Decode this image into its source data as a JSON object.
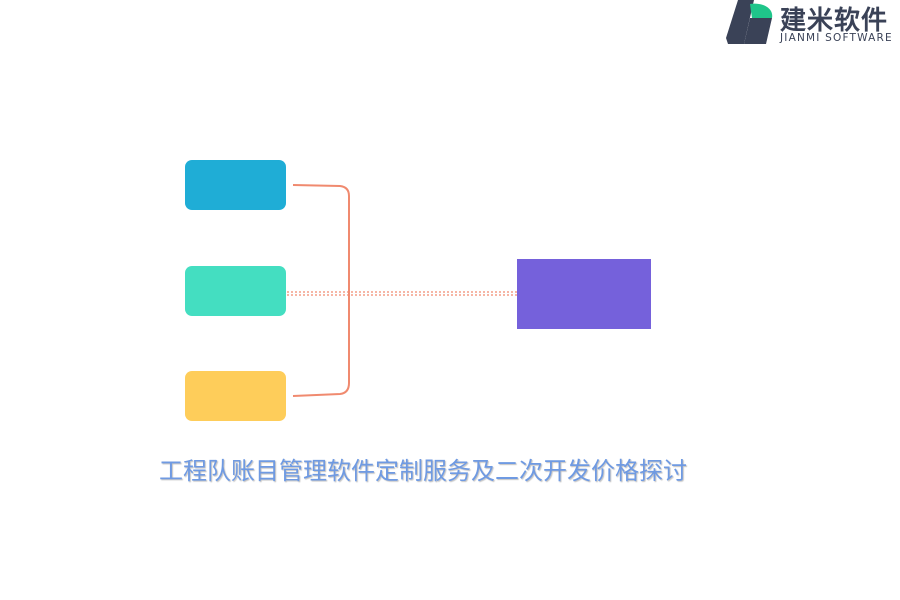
{
  "brand": {
    "name_cn": "建米软件",
    "name_en": "JIANMI SOFTWARE",
    "colors": {
      "dark": "#3a4257",
      "green": "#1fc58a"
    }
  },
  "diagram": {
    "inputs": [
      {
        "label": "",
        "color": "#1fadd6"
      },
      {
        "label": "",
        "color": "#44dec1"
      },
      {
        "label": "",
        "color": "#fecd5a"
      }
    ],
    "target": {
      "label": "",
      "color": "#7561db"
    },
    "connector_color": "#f08a6f",
    "caption": "工程队账目管理软件定制服务及二次开发价格探讨",
    "caption_color": "#6f9ae2"
  }
}
